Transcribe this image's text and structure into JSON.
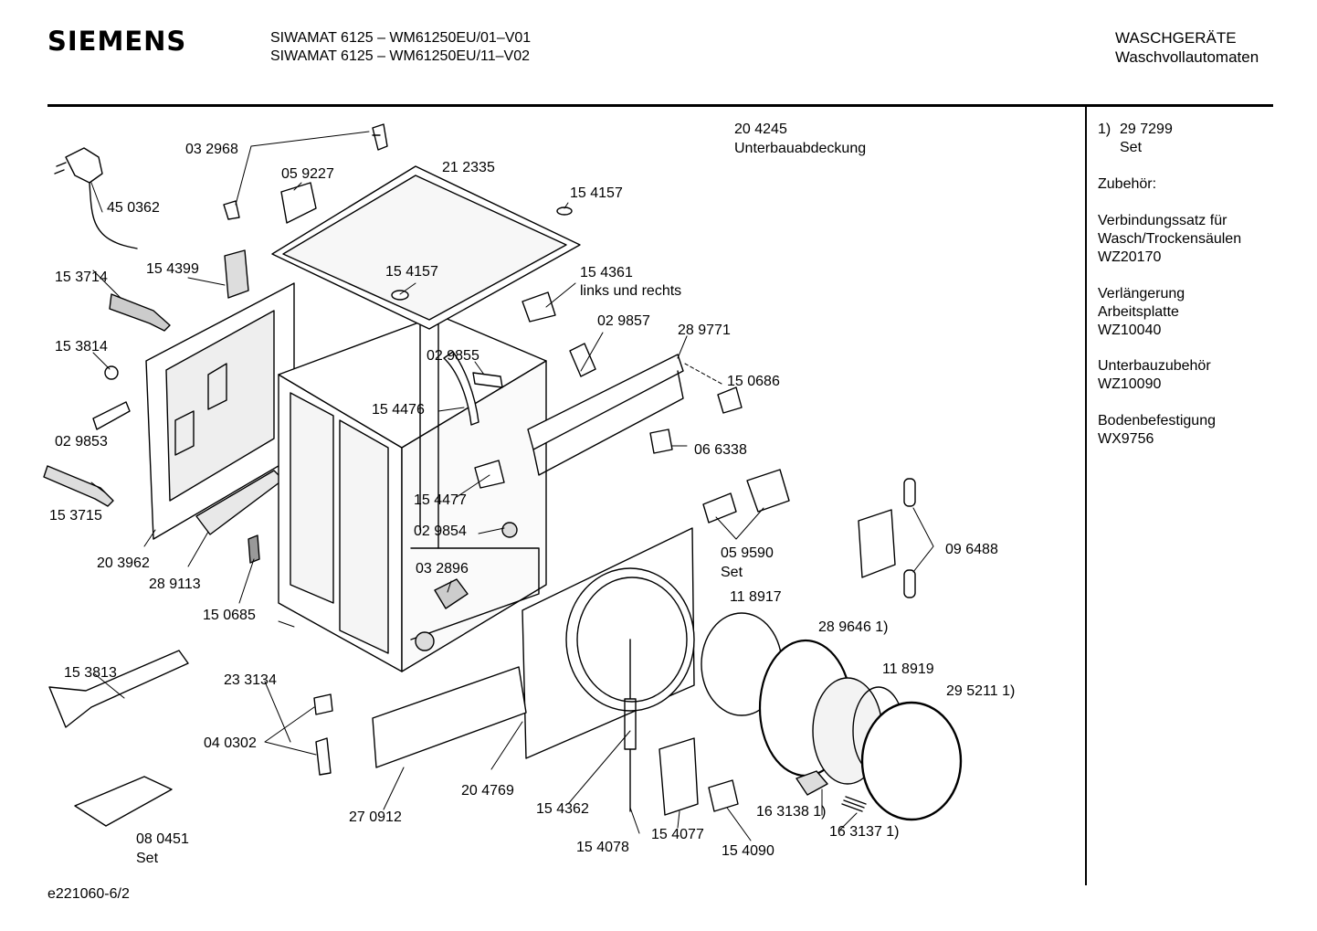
{
  "header": {
    "brand": "SIEMENS",
    "models": [
      "SIWAMAT 6125 – WM61250EU/01–V01",
      "SIWAMAT 6125 – WM61250EU/11–V02"
    ],
    "category_line1": "WASCHGERÄTE",
    "category_line2": "Waschvollautomaten"
  },
  "labels": {
    "p032968": "03 2968",
    "p450362": "45 0362",
    "p059227": "05 9227",
    "p212335": "21 2335",
    "p204245a": "20 4245",
    "p204245b": "Unterbauabdeckung",
    "p154157a": "15 4157",
    "p154157b": "15 4157",
    "p154361a": "15 4361",
    "p154361b": "links und rechts",
    "p153714": "15 3714",
    "p154399": "15 4399",
    "p029857": "02 9857",
    "p289771": "28 9771",
    "p153814": "15 3814",
    "p029855": "02 9855",
    "p150686": "15 0686",
    "p154476": "15 4476",
    "p029853": "02 9853",
    "p066338": "06 6338",
    "p153715": "15 3715",
    "p154477": "15 4477",
    "p029854": "02 9854",
    "p203962": "20 3962",
    "p289113": "28 9113",
    "p032896": "03 2896",
    "p059590a": "05 9590",
    "p059590b": "Set",
    "p096488": "09 6488",
    "p150685": "15 0685",
    "p118917": "11 8917",
    "p289646": "28 9646 1)",
    "p153813": "15 3813",
    "p233134": "23 3134",
    "p118919": "11 8919",
    "p295211": "29 5211 1)",
    "p040302": "04 0302",
    "p204769": "20 4769",
    "p154362": "15 4362",
    "p163138": "16 3138 1)",
    "p270912": "27 0912",
    "p154077": "15 4077",
    "p163137": "16 3137 1)",
    "p080451a": "08 0451",
    "p080451b": "Set",
    "p154078": "15 4078",
    "p154090": "15 4090"
  },
  "sidebar": {
    "note_num": "1)",
    "note_part": "29 7299",
    "note_set": "Set",
    "accessories_title": "Zubehör:",
    "item1_l1": "Verbindungssatz für",
    "item1_l2": "Wasch/Trockensäulen",
    "item1_l3": "WZ20170",
    "item2_l1": "Verlängerung",
    "item2_l2": "Arbeitsplatte",
    "item2_l3": "WZ10040",
    "item3_l1": "Unterbauzubehör",
    "item3_l2": "WZ10090",
    "item4_l1": "Bodenbefestigung",
    "item4_l2": "WX9756"
  },
  "footer": {
    "code": "e221060-6/2"
  }
}
